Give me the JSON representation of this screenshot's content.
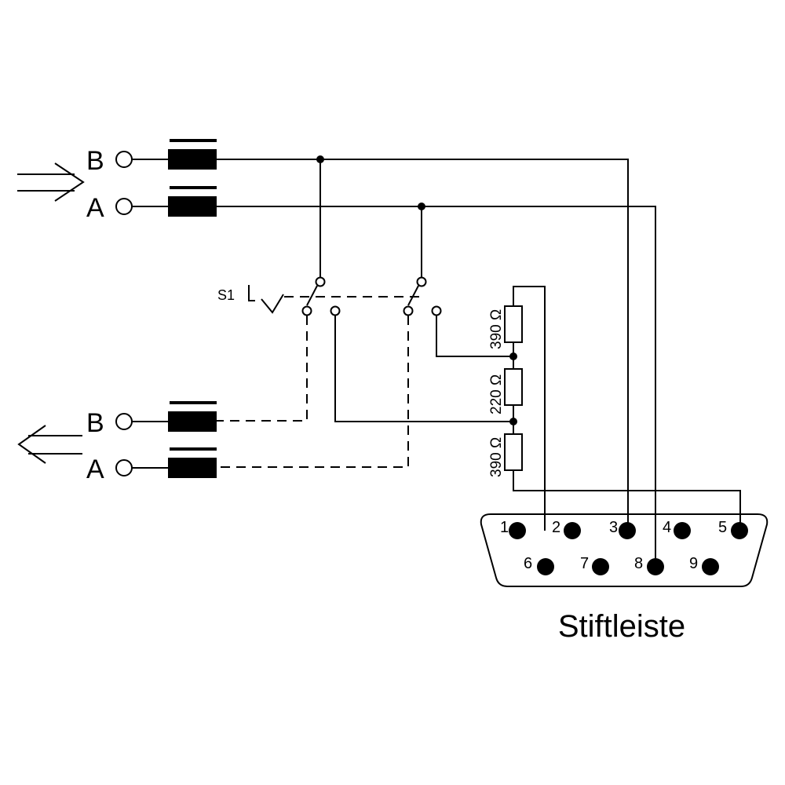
{
  "terminals": {
    "in_b": "B",
    "in_a": "A",
    "out_b": "B",
    "out_a": "A"
  },
  "switch_label": "S1",
  "resistors": [
    {
      "label": "390 Ω"
    },
    {
      "label": "220 Ω"
    },
    {
      "label": "390 Ω"
    }
  ],
  "connector": {
    "pins_top": [
      "1",
      "2",
      "3",
      "4",
      "5"
    ],
    "pins_bottom": [
      "6",
      "7",
      "8",
      "9"
    ],
    "caption": "Stiftleiste"
  }
}
